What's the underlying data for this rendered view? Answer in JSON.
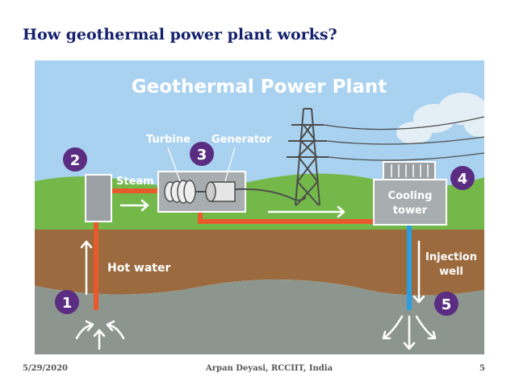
{
  "slide": {
    "title": "How geothermal power plant works?"
  },
  "diagram": {
    "heading": "Geothermal Power Plant",
    "labels": {
      "steam": "Steam",
      "turbine": "Turbine",
      "generator": "Generator",
      "hot_water": "Hot water",
      "cooling_tower_line1": "Cooling",
      "cooling_tower_line2": "tower",
      "injection_line1": "Injection",
      "injection_line2": "well"
    },
    "steps": [
      "1",
      "2",
      "3",
      "4",
      "5"
    ],
    "colors": {
      "sky": "#a9d2f0",
      "ground_brown": "#9b6b3f",
      "bedrock": "#8c968e",
      "grass": "#74b84a",
      "pipe_hot": "#e85a2c",
      "pipe_cold": "#2a9ee0",
      "step_badge": "#5b2d82"
    }
  },
  "footer": {
    "date": "5/29/2020",
    "author": "Arpan Deyasi, RCCIIT, India",
    "page": "5"
  }
}
